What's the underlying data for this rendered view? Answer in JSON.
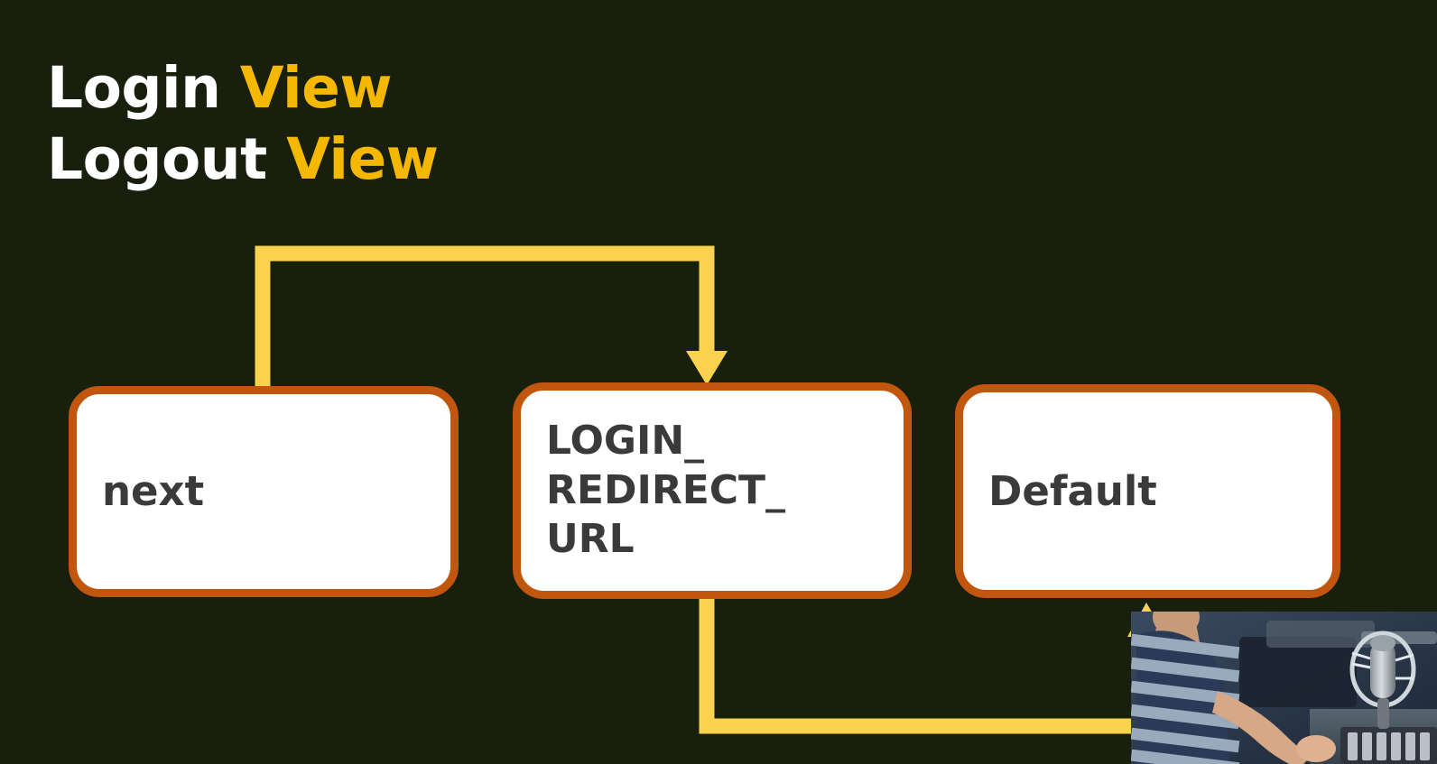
{
  "slide": {
    "background_color": "#18200d",
    "title": {
      "line1_primary": "Login",
      "line1_accent": "View",
      "line2_primary": "Logout",
      "line2_accent": "View",
      "primary_color": "#ffffff",
      "accent_color": "#f5b800"
    }
  },
  "diagram": {
    "connector_color": "#fad24e",
    "node_border_color": "#c1560f",
    "node_fill_color": "#ffffff",
    "node_text_color": "#3a3a3a",
    "nodes": [
      {
        "id": "next",
        "label": "next"
      },
      {
        "id": "login_redirect_url",
        "label": "LOGIN_\nREDIRECT_\nURL"
      },
      {
        "id": "default",
        "label": "Default"
      }
    ],
    "edges": [
      {
        "from": "next",
        "to": "login_redirect_url",
        "arrow": "down"
      },
      {
        "from": "login_redirect_url",
        "to": "default",
        "arrow": "up"
      }
    ]
  },
  "overlay": {
    "webcam": {
      "description": "presenter-webcam",
      "shirt_color": "#2b3b57",
      "stripe_color": "#9fb0c3"
    }
  }
}
